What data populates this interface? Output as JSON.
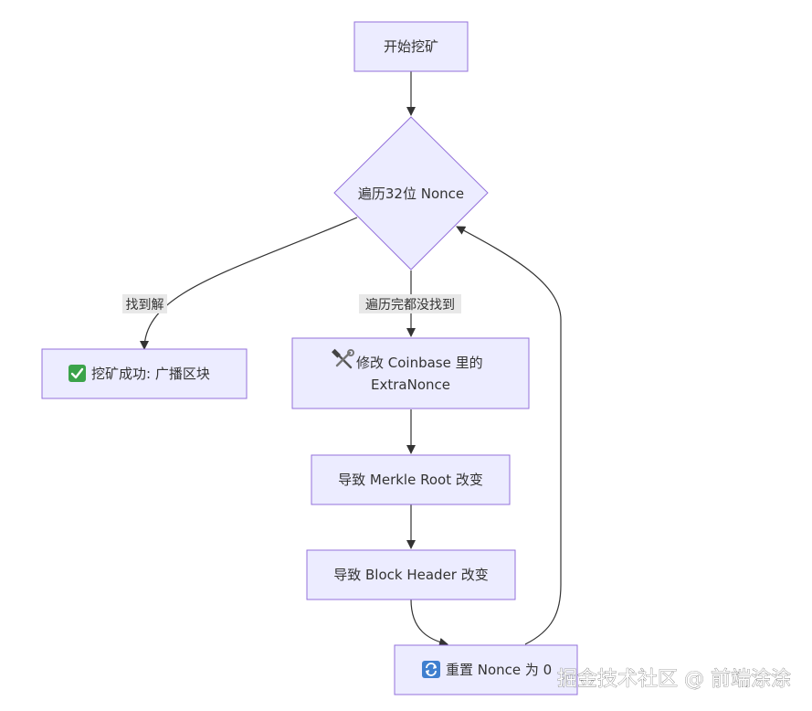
{
  "nodes": {
    "start": "开始挖矿",
    "decision": "遍历32位 Nonce",
    "success_icon": "check-mark-icon",
    "success": "挖矿成功: 广播区块",
    "modify_icon": "hammer-wrench-icon",
    "modify_line1": "修改 Coinbase 里的",
    "modify_line2": "ExtraNonce",
    "merkle": "导致 Merkle Root 改变",
    "header": "导致 Block Header 改变",
    "reset_icon": "refresh-icon",
    "reset": "重置 Nonce 为 0"
  },
  "edges": {
    "found": "找到解",
    "exhausted": "遍历完都没找到"
  },
  "watermark": "掘金技术社区 @ 前端涂涂",
  "colors": {
    "node_fill": "#ECECFF",
    "node_stroke": "#9370DB",
    "edge": "#333333",
    "label_bg": "#e8e8e8"
  }
}
